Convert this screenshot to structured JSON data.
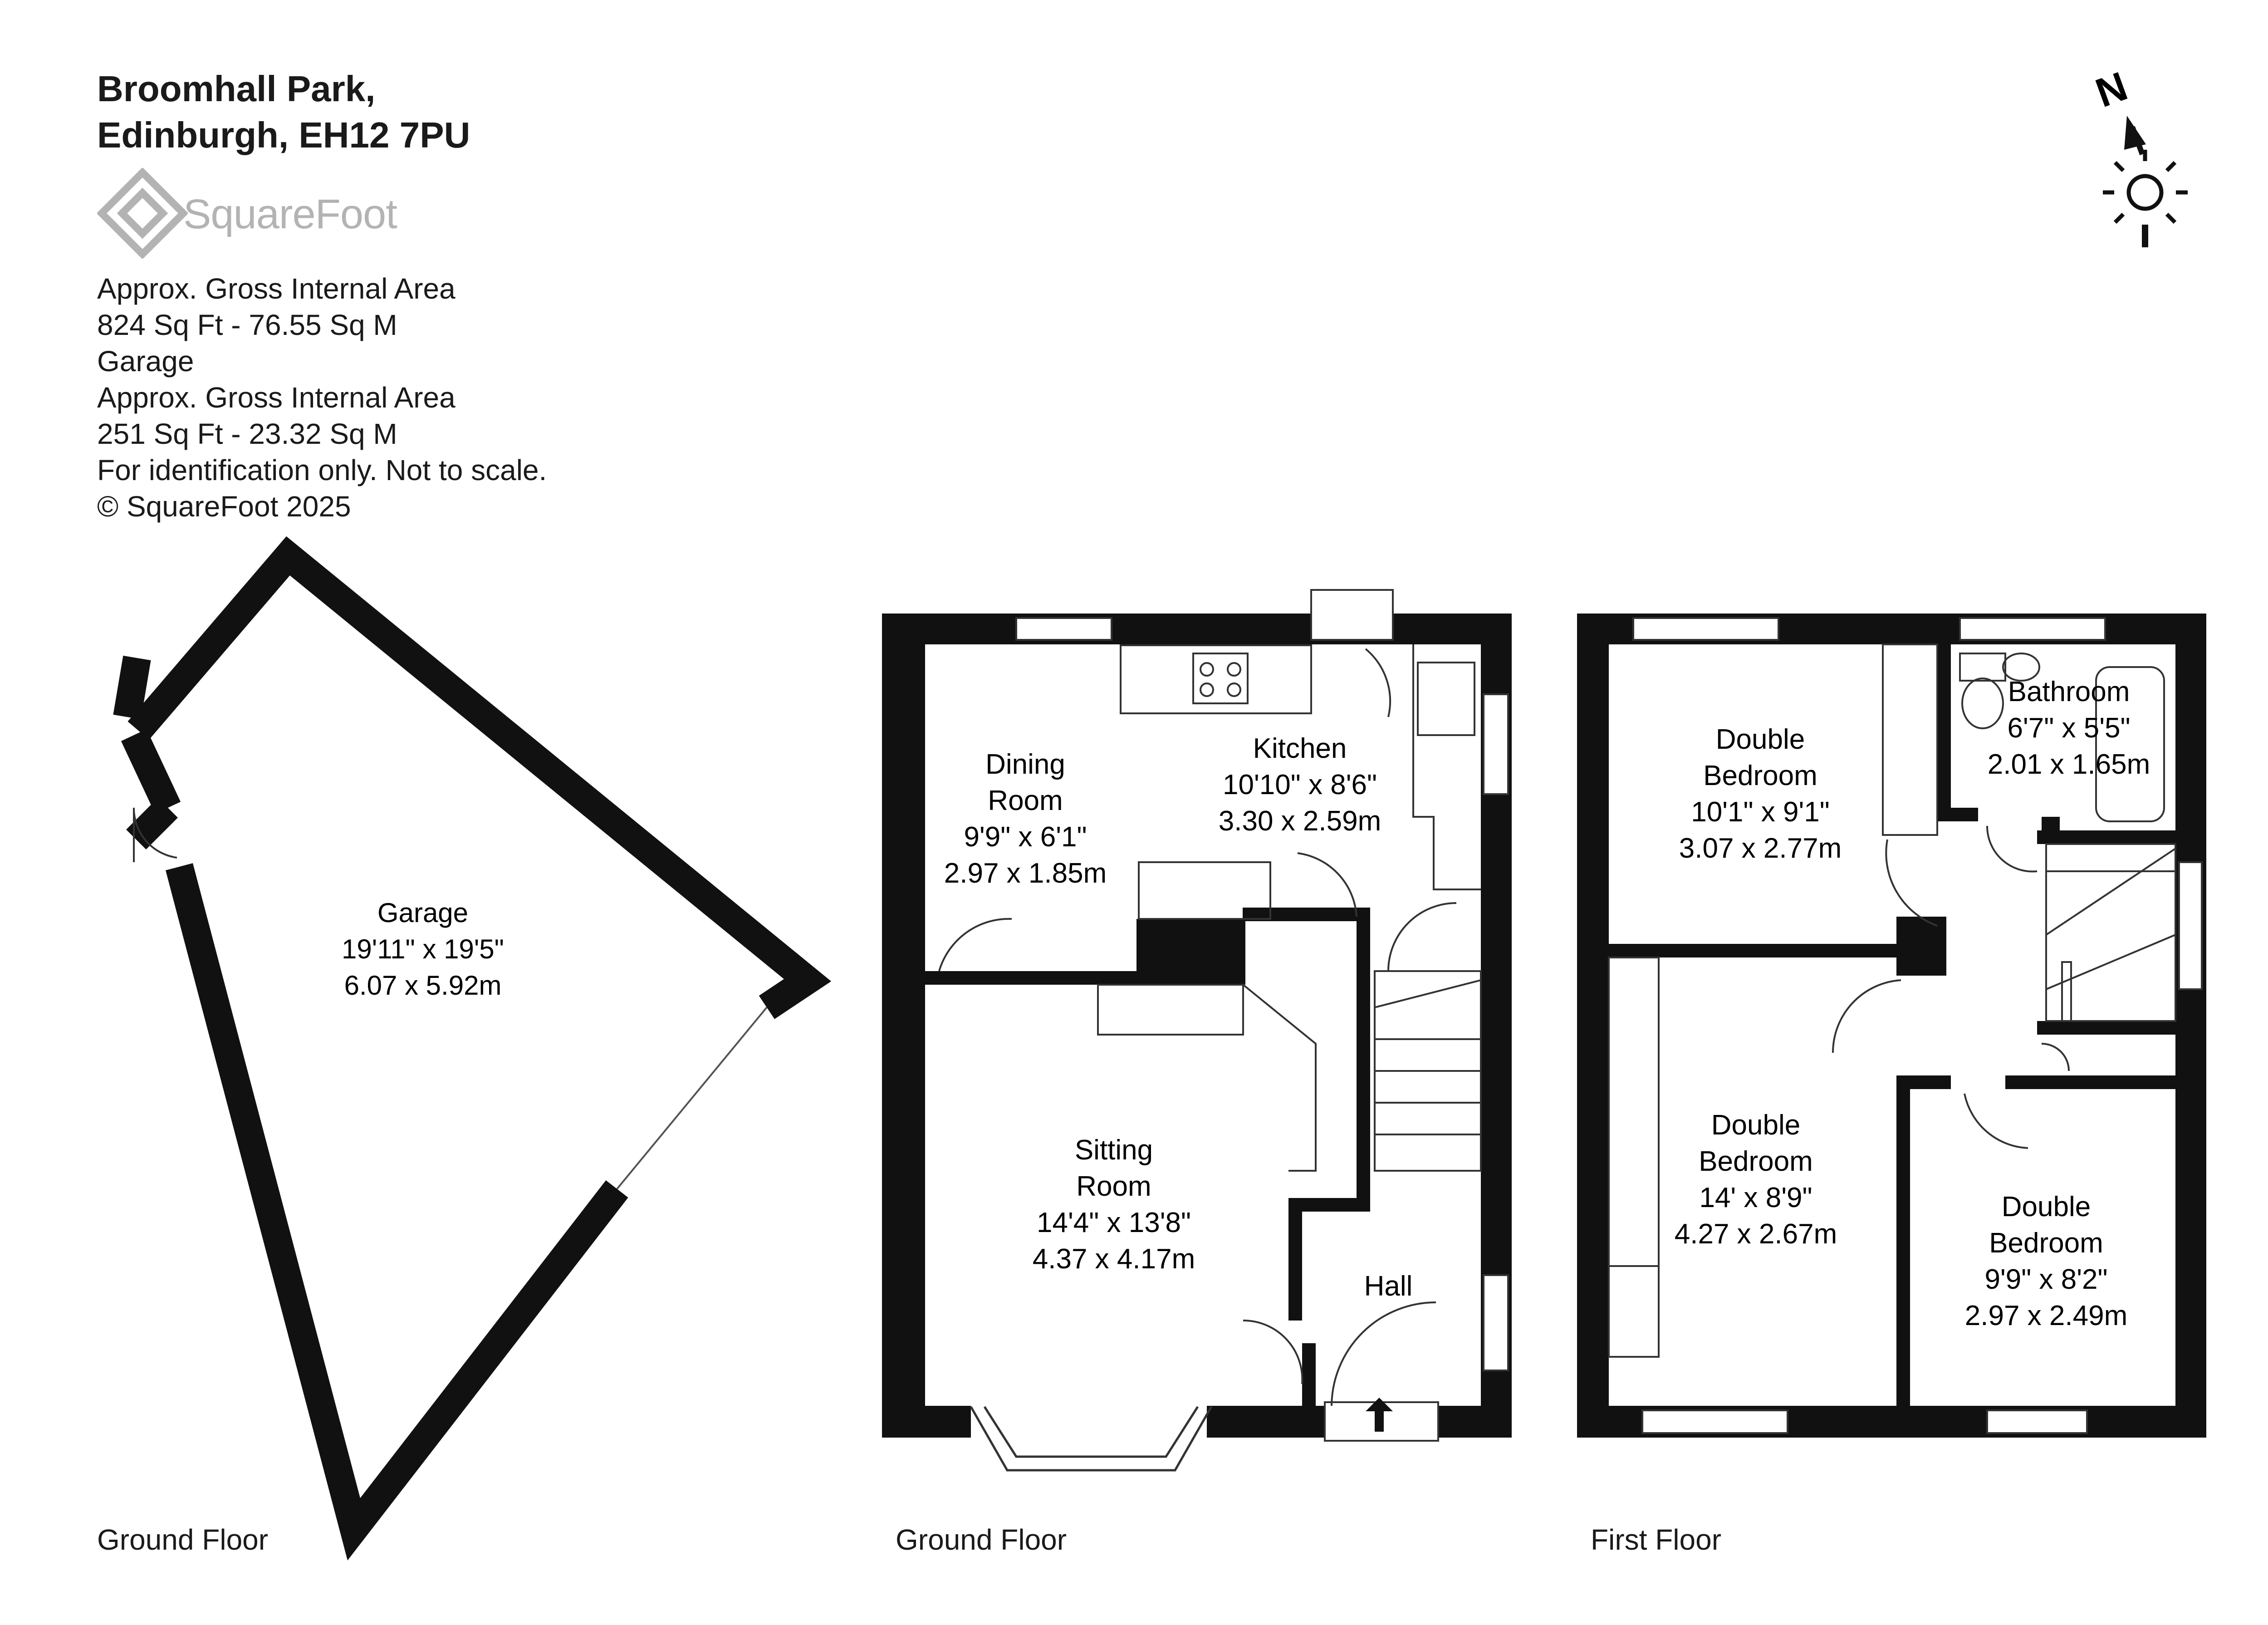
{
  "header": {
    "address_line1": "Broomhall Park,",
    "address_line2": "Edinburgh, EH12 7PU",
    "logo_text": "SquareFoot"
  },
  "area_info": {
    "line1": "Approx. Gross Internal Area",
    "line2": "824 Sq Ft  -  76.55 Sq M",
    "line3": "Garage",
    "line4": "Approx. Gross Internal Area",
    "line5": "251 Sq Ft  -  23.32 Sq M",
    "line6": "For identification only. Not to scale.",
    "line7": "© SquareFoot 2025"
  },
  "compass": {
    "letter": "N"
  },
  "floor_labels": {
    "garage": "Ground Floor",
    "ground": "Ground Floor",
    "first": "First Floor"
  },
  "rooms": {
    "garage": {
      "name": "Garage",
      "imperial": "19'11\" x 19'5\"",
      "metric": "6.07 x 5.92m"
    },
    "dining": {
      "name1": "Dining",
      "name2": "Room",
      "imperial": "9'9\" x 6'1\"",
      "metric": "2.97 x 1.85m"
    },
    "kitchen": {
      "name": "Kitchen",
      "imperial": "10'10\" x 8'6\"",
      "metric": "3.30 x 2.59m"
    },
    "sitting": {
      "name1": "Sitting",
      "name2": "Room",
      "imperial": "14'4\" x 13'8\"",
      "metric": "4.37 x 4.17m"
    },
    "hall": {
      "name": "Hall"
    },
    "bed1": {
      "name1": "Double",
      "name2": "Bedroom",
      "imperial": "10'1\" x 9'1\"",
      "metric": "3.07 x 2.77m"
    },
    "bathroom": {
      "name": "Bathroom",
      "imperial": "6'7\" x 5'5\"",
      "metric": "2.01 x 1.65m"
    },
    "bed2": {
      "name1": "Double",
      "name2": "Bedroom",
      "imperial": "14' x 8'9\"",
      "metric": "4.27 x 2.67m"
    },
    "bed3": {
      "name1": "Double",
      "name2": "Bedroom",
      "imperial": "9'9\" x 8'2\"",
      "metric": "2.97 x 2.49m"
    }
  },
  "colors": {
    "wall": "#111111",
    "logo": "#b3b3b3"
  }
}
